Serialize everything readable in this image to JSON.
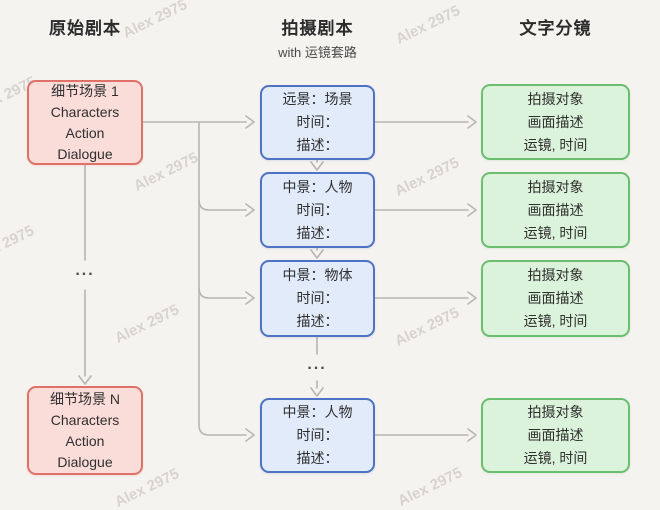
{
  "columns": {
    "left": {
      "title": "原始剧本"
    },
    "middle": {
      "title": "拍摄剧本",
      "subtitle": "with 运镜套路"
    },
    "right": {
      "title": "文字分镜"
    }
  },
  "left_boxes": [
    {
      "lines": [
        "细节场景 1",
        "Characters",
        "Action",
        "Dialogue"
      ]
    },
    {
      "lines": [
        "细节场景 N",
        "Characters",
        "Action",
        "Dialogue"
      ]
    }
  ],
  "middle_boxes": [
    {
      "lines": [
        "远景：场景",
        "时间：",
        "描述："
      ]
    },
    {
      "lines": [
        "中景：人物",
        "时间：",
        "描述："
      ]
    },
    {
      "lines": [
        "中景：物体",
        "时间：",
        "描述："
      ]
    },
    {
      "lines": [
        "中景：人物",
        "时间：",
        "描述："
      ]
    }
  ],
  "right_boxes": [
    {
      "lines": [
        "拍摄对象",
        "画面描述",
        "运镜, 时间"
      ]
    },
    {
      "lines": [
        "拍摄对象",
        "画面描述",
        "运镜, 时间"
      ]
    },
    {
      "lines": [
        "拍摄对象",
        "画面描述",
        "运镜, 时间"
      ]
    },
    {
      "lines": [
        "拍摄对象",
        "画面描述",
        "运镜, 时间"
      ]
    }
  ],
  "ellipsis": "...",
  "watermark": {
    "text": "Alex 2975"
  },
  "colors": {
    "background": "#f5f3f0",
    "pink_fill": "#fadcd9",
    "pink_border": "#df7168",
    "blue_fill": "#e1ebfa",
    "blue_border": "#4d73c2",
    "green_fill": "#dcf3db",
    "green_border": "#6abe6e",
    "arrow": "#b9b5b1",
    "watermark": "#a7a098"
  }
}
